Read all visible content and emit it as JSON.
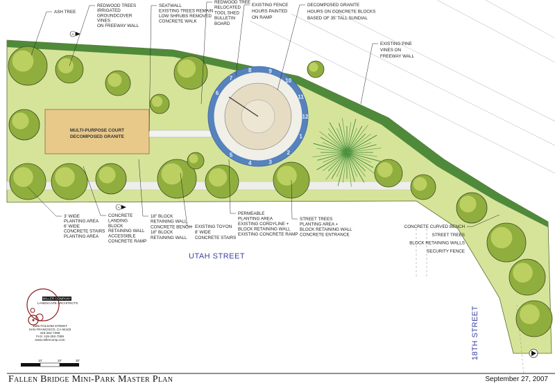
{
  "title": "Fallen Bridge Mini-Park Master Plan",
  "date": "September 27, 2007",
  "streets": {
    "utah": "UTAH STREET",
    "eighteenth": "18TH STREET"
  },
  "court": {
    "line1": "MULTI-PURPOSE COURT",
    "line2": "DECOMPOSED GRANITE"
  },
  "company": {
    "name": "MILLER COMPANY",
    "subtitle": "LANDSCAPE ARCHITECTS",
    "address1": "1585 FOLSOM STREET",
    "address2": "SAN FRANCISCO, CA   94103",
    "phone": "415-252-7288",
    "fax": "FAX: 415-252-7289",
    "web": "www.millercomp.com"
  },
  "scale": {
    "labels": [
      "10'",
      "20'",
      "30'"
    ]
  },
  "section_marker": "A",
  "sundial_hours": [
    "6",
    "7",
    "8",
    "9",
    "10",
    "11",
    "12",
    "1",
    "2",
    "3",
    "4",
    "5"
  ],
  "colors": {
    "street_text": "#3a3fa0",
    "sundial_blue": "#3b6fb5",
    "logo_red": "#8b1a1a",
    "court": "#e8c98a",
    "lawn": "#cfe08a"
  },
  "callouts": [
    {
      "lines": [
        "ASH TREE"
      ]
    },
    {
      "lines": [
        "REDWOOD TREES",
        "IRRIGATED",
        "GROUNDCOVER",
        "VINES",
        "ON FREEWAY WALL"
      ]
    },
    {
      "lines": [
        "SEATWALL",
        "EXISTING TREES REMAIN",
        "LOW SHRUBS REMOVED",
        "CONCRETE WALK"
      ]
    },
    {
      "lines": [
        "REDWOOD TREE",
        "RELOCATED",
        "TOOL SHED",
        "BULLETIN",
        "BOARD"
      ]
    },
    {
      "lines": [
        "EXISTING FENCE",
        "HOURS PAINTED",
        "ON RAMP"
      ]
    },
    {
      "lines": [
        "DECOMPOSED GRANITE",
        "HOURS ON CONCRETE BLOCKS",
        "BASED OF 35' TALL SUNDIAL"
      ]
    },
    {
      "lines": [
        "EXISTING PINE",
        "VINES ON",
        "FREEWAY WALL"
      ]
    },
    {
      "lines": [
        "3' WIDE",
        "PLANTING AREA",
        "6' WIDE",
        "CONCRETE STAIRS",
        "PLANTING AREA"
      ]
    },
    {
      "lines": [
        "CONCRETE",
        "LANDING",
        "BLOCK",
        "RETAINING WALL",
        "ACCESSIBLE",
        "CONCRETE RAMP"
      ]
    },
    {
      "lines": [
        "18\" BLOCK",
        "RETAINING WALL",
        "CONCRETE BENCH",
        "18\" BLOCK",
        "RETAINING WALL"
      ]
    },
    {
      "lines": [
        "EXISTING TOYON",
        "8' WIDE",
        "CONCRETE STAIRS"
      ]
    },
    {
      "lines": [
        "PERMEABLE",
        "PLANTING AREA",
        "EXISTING CORDYLINE +",
        "BLOCK RETAINING WALL",
        "EXISTING CONCRETE RAMP"
      ]
    },
    {
      "lines": [
        "STREET TREES",
        "PLANTING AREA +",
        "BLOCK RETAINING WALL",
        "CONCRETE ENTRANCE"
      ]
    },
    {
      "lines": [
        "CONCRETE CURVED BENCH",
        "STREET TREES",
        "BLOCK RETAINING WALLS",
        "SECURITY FENCE"
      ]
    }
  ]
}
